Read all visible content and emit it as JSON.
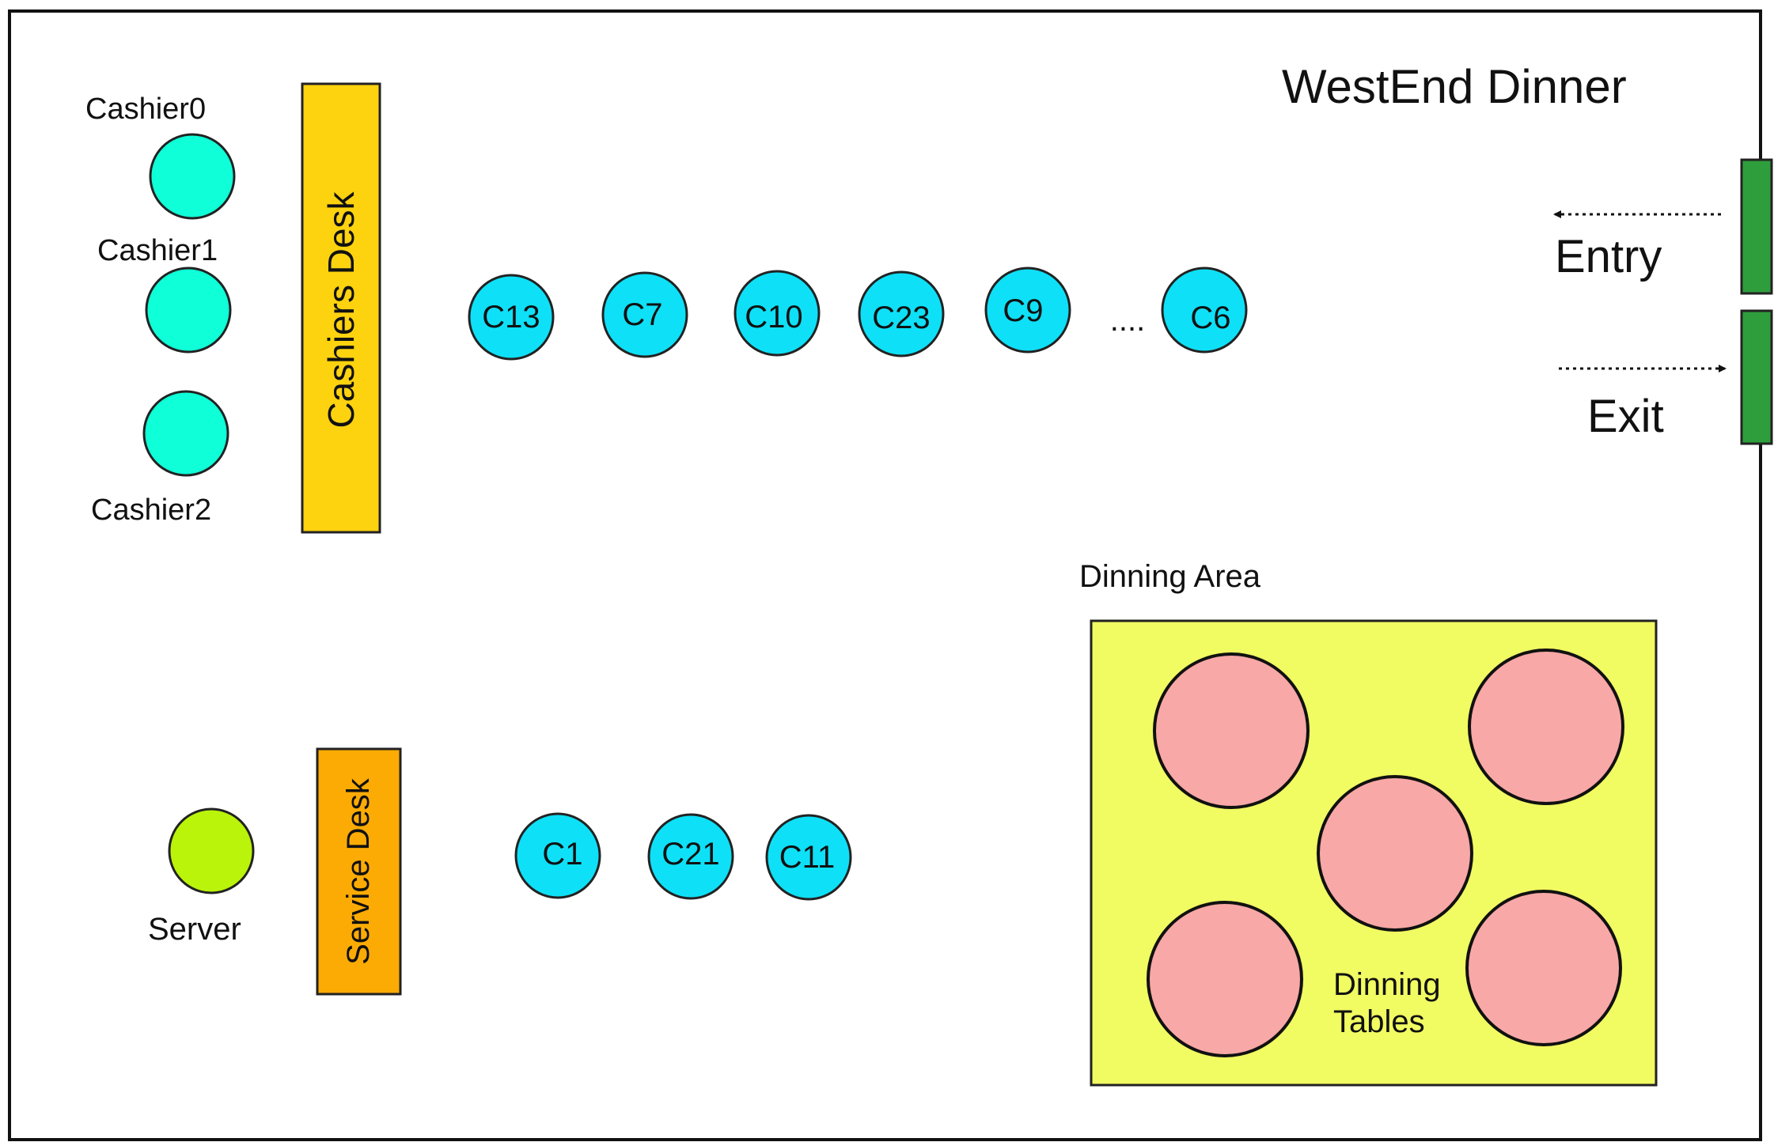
{
  "title": "WestEnd Dinner",
  "cashiers": [
    {
      "label": "Cashier0"
    },
    {
      "label": "Cashier1"
    },
    {
      "label": "Cashier2"
    }
  ],
  "cashiers_desk": {
    "label": "Cashiers Desk"
  },
  "cashier_queue": {
    "customers": [
      "C13",
      "C7",
      "C10",
      "C23",
      "C9"
    ],
    "ellipsis": "....",
    "last_customer": "C6"
  },
  "server": {
    "label": "Server"
  },
  "service_desk": {
    "label": "Service Desk"
  },
  "service_queue": {
    "customers": [
      "C1",
      "C21",
      "C11"
    ]
  },
  "doors": {
    "entry_label": "Entry",
    "exit_label": "Exit"
  },
  "dining_area": {
    "label": "Dinning Area",
    "tables_label_line1": "Dinning",
    "tables_label_line2": "Tables"
  },
  "colors": {
    "cashier": "#0fffd8",
    "customer": "#0ee0f7",
    "server": "#b9f40a",
    "cashiers_desk": "#fdd20f",
    "service_desk": "#fcab05",
    "door": "#2e9e3c",
    "dining_area": "#f1fb62",
    "table": "#f8a8a6"
  }
}
